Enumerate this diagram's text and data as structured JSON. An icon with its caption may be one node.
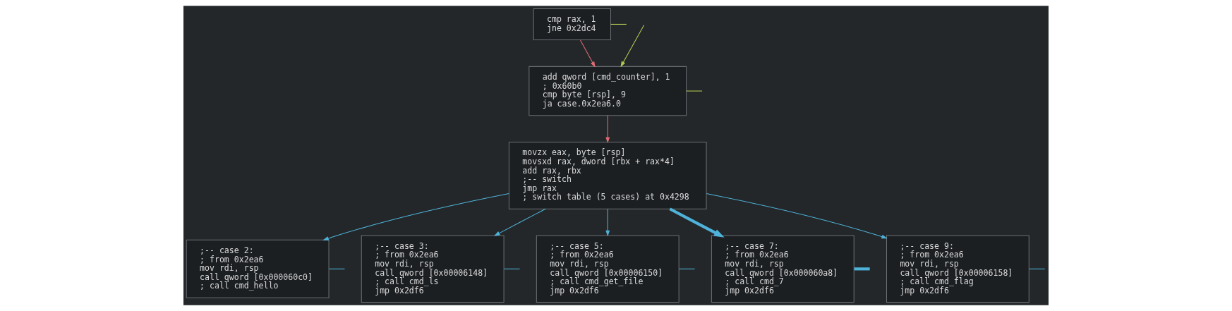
{
  "diagram": {
    "nodes": [
      {
        "text": [
          "cmp rax, 1",
          "jne 0x2dc4"
        ]
      },
      {
        "text": [
          "add qword [cmd_counter], 1",
          "; 0x60b0",
          "cmp byte [rsp], 9",
          "ja case.0x2ea6.0"
        ]
      },
      {
        "text": [
          "movzx eax, byte [rsp]",
          "movsxd rax, dword [rbx + rax*4]",
          "add rax, rbx",
          ";-- switch",
          "jmp rax",
          "; switch table (5 cases) at 0x4298"
        ]
      },
      {
        "text": [
          ";-- case 2:",
          "; from 0x2ea6",
          "mov rdi, rsp",
          "call qword [0x000060c0]",
          "; call cmd_hello"
        ]
      },
      {
        "text": [
          ";-- case 3:",
          "; from 0x2ea6",
          "mov rdi, rsp",
          "call qword [0x00006148]",
          "; call cmd_ls",
          "jmp 0x2df6"
        ]
      },
      {
        "text": [
          ";-- case 5:",
          "; from 0x2ea6",
          "mov rdi, rsp",
          "call qword [0x00006150]",
          "; call cmd_get_file",
          "jmp 0x2df6"
        ]
      },
      {
        "text": [
          ";-- case 7:",
          "; from 0x2ea6",
          "mov rdi, rsp",
          "call qword [0x000060a8]",
          "; call cmd_7",
          "jmp 0x2df6"
        ]
      },
      {
        "text": [
          ";-- case 9:",
          "; from 0x2ea6",
          "mov rdi, rsp",
          "call qword [0x00006158]",
          "; call cmd_flag",
          "jmp 0x2df6"
        ]
      }
    ],
    "edges": [
      {
        "from": null,
        "to": 1,
        "arrow": "to",
        "color": "#b5c952"
      },
      {
        "from": 0,
        "to": 1,
        "arrow": "to",
        "color": "#e06c75"
      },
      {
        "from": 0,
        "to": null,
        "arrow": "none",
        "color": "#b5c952"
      },
      {
        "from": 1,
        "to": null,
        "arrow": "none",
        "color": "#b5c952"
      },
      {
        "from": 1,
        "to": 2,
        "arrow": "to",
        "color": "#e06c75"
      },
      {
        "from": 2,
        "to": 3,
        "arrow": "to"
      },
      {
        "from": 2,
        "to": 4,
        "arrow": "to"
      },
      {
        "from": 2,
        "to": 5,
        "arrow": "to"
      },
      {
        "from": 2,
        "to": 6,
        "arrow": "to",
        "style": "thick"
      },
      {
        "from": 2,
        "to": 7,
        "arrow": "to"
      },
      {
        "from": 3,
        "to": null,
        "arrow": "none"
      },
      {
        "from": 4,
        "to": null,
        "arrow": "none"
      },
      {
        "from": 5,
        "to": null,
        "arrow": "none"
      },
      {
        "from": 6,
        "to": null,
        "arrow": "none",
        "style": "thick"
      },
      {
        "from": 7,
        "to": null,
        "arrow": "none"
      }
    ]
  }
}
